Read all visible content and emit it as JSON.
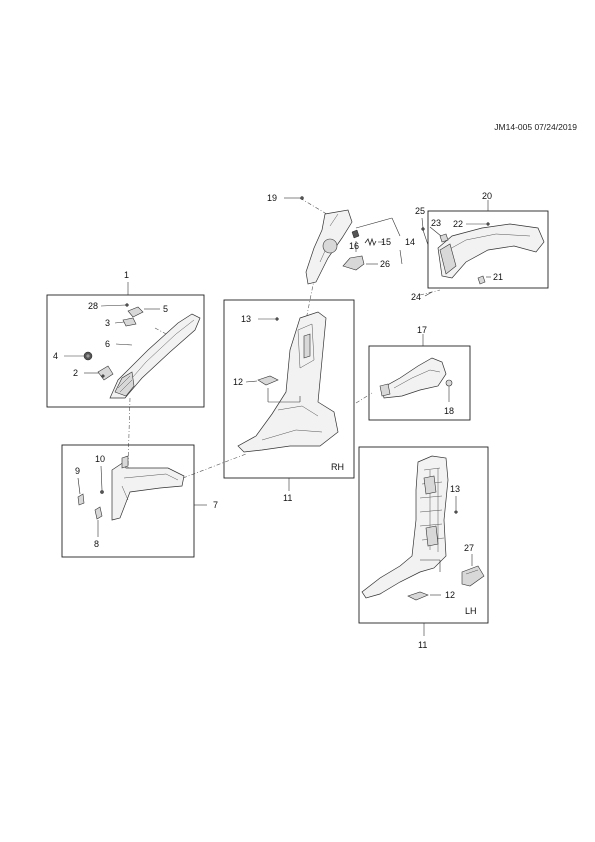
{
  "doc_id": "JM14-005 07/24/2019",
  "callouts": {
    "c1": "1",
    "c2": "2",
    "c3": "3",
    "c4": "4",
    "c5": "5",
    "c6": "6",
    "c7": "7",
    "c8": "8",
    "c9": "9",
    "c10": "10",
    "c11_rh": "11",
    "c11_lh": "11",
    "c12_rh": "12",
    "c12_lh": "12",
    "c13_rh": "13",
    "c13_lh": "13",
    "c14": "14",
    "c15": "15",
    "c16": "16",
    "c17": "17",
    "c18": "18",
    "c19": "19",
    "c20": "20",
    "c21": "21",
    "c22": "22",
    "c23": "23",
    "c24": "24",
    "c25": "25",
    "c26": "26",
    "c27": "27",
    "c28": "28"
  },
  "side_labels": {
    "rh": "RH",
    "lh": "LH"
  }
}
